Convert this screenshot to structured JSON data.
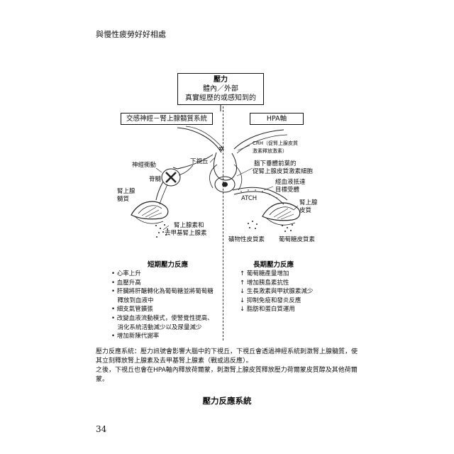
{
  "header": {
    "title": "與慢性疲勞好好相處"
  },
  "stress": {
    "title": "壓力",
    "line1": "體內／外部",
    "line2": "真實經歷的或感知到的"
  },
  "systems": {
    "left": "交感神經－腎上腺髓質系統",
    "right": "HPA軸"
  },
  "diagram_labels": {
    "crh": "CRH（促腎上腺皮質",
    "crh2": "激素釋放激素）",
    "hypothalamus": "下視丘",
    "nerve_impulse": "神經衝動",
    "spinal_cord": "脊髓",
    "adrenal_medulla_1": "腎上腺",
    "adrenal_medulla_2": "髓質",
    "pituitary_1": "腦下垂體前葉的",
    "pituitary_2": "促腎上腺皮質激素細胞",
    "blood_1": "經血液抵達",
    "blood_2": "目標受體",
    "atch": "ATCH",
    "adrenal_cortex_1": "腎上腺",
    "adrenal_cortex_2": "皮質",
    "epinephrine_1": "腎上腺素和",
    "epinephrine_2": "去甲基腎上腺素",
    "mineralocorticoids": "礦物性皮質素",
    "glucocorticoids": "葡萄糖皮質素"
  },
  "short_term": {
    "title": "短期壓力反應",
    "items": [
      "• 心率上升",
      "• 血壓升高",
      "• 肝臟將肝醣轉化為葡萄糖並將葡萄糖",
      "　釋放到血液中",
      "• 細支氣管擴張",
      "• 改變血液流動模式，使警覺性提高、",
      "　消化系統活動減少以及尿量減少",
      "• 增加新陳代謝率"
    ]
  },
  "long_term": {
    "title": "長期壓力反應",
    "items": [
      "↑ 葡萄糖產量增加",
      "↑ 增加胰島素抗性",
      "↓ 生長激素與甲狀腺素減少",
      "↓ 抑制免疫和發炎反應",
      "↓ 脂肪和蛋白質運用"
    ]
  },
  "description": {
    "p1": "壓力反應系統：壓力訊號會影響大腦中的下視丘，下視丘會透過神經系統刺激腎上腺髓質，使其立刻釋放腎上腺素及去甲基腎上腺素（戰或逃反應）。",
    "p2": "之後，下視丘也會在HPA軸內釋放荷爾蒙，刺激腎上腺皮質釋放壓力荷爾蒙皮質醇及其他荷爾蒙。"
  },
  "caption": "壓力反應系統",
  "page_number": "34"
}
